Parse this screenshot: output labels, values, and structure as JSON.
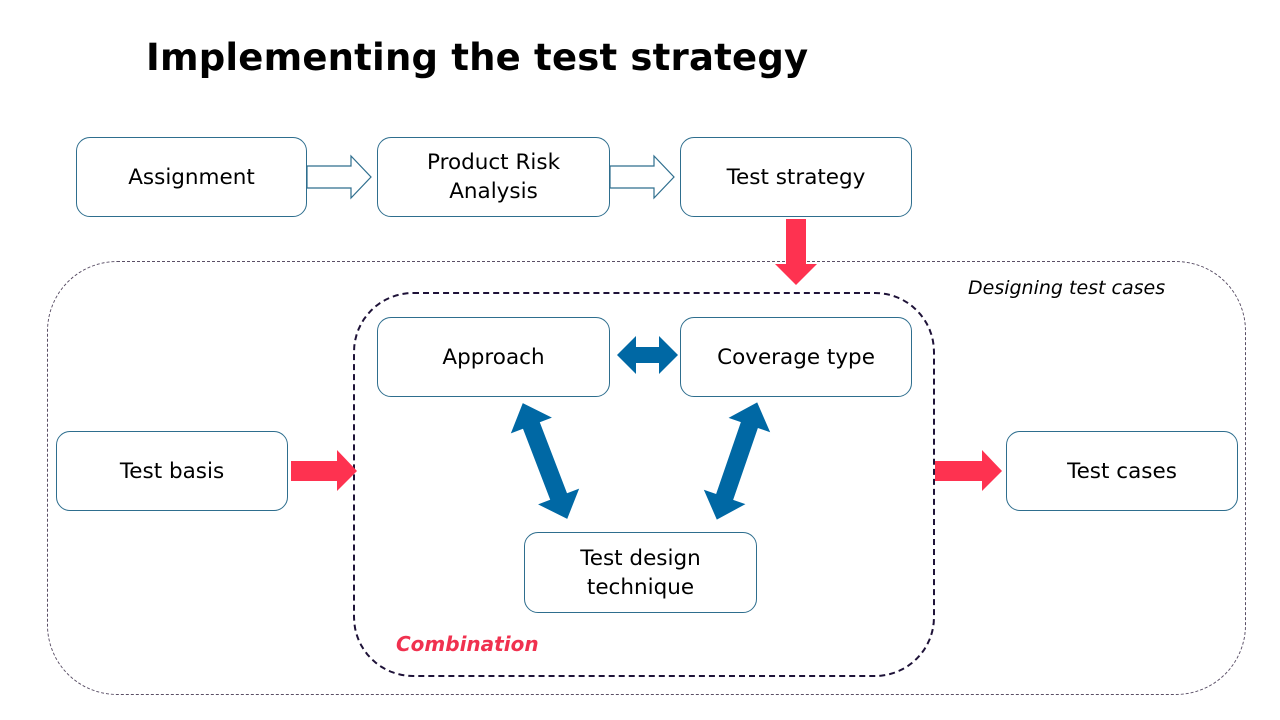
{
  "slide": {
    "title": "Implementing the test strategy"
  },
  "colors": {
    "box_border": "#2e6e8e",
    "red_arrow": "#fe3250",
    "blue_arrow": "#0068a4",
    "outer_dash": "#5a4f66",
    "inner_dash": "#1e1238",
    "combination_text": "#f0314f"
  },
  "top_flow": {
    "assignment": "Assignment",
    "product_risk_line1": "Product Risk",
    "product_risk_line2": "Analysis",
    "test_strategy": "Test strategy"
  },
  "designing": {
    "label": "Designing test cases",
    "test_basis": "Test basis",
    "test_cases": "Test cases"
  },
  "combination": {
    "label": "Combination",
    "approach": "Approach",
    "coverage_type": "Coverage type",
    "technique_line1": "Test design",
    "technique_line2": "technique"
  }
}
